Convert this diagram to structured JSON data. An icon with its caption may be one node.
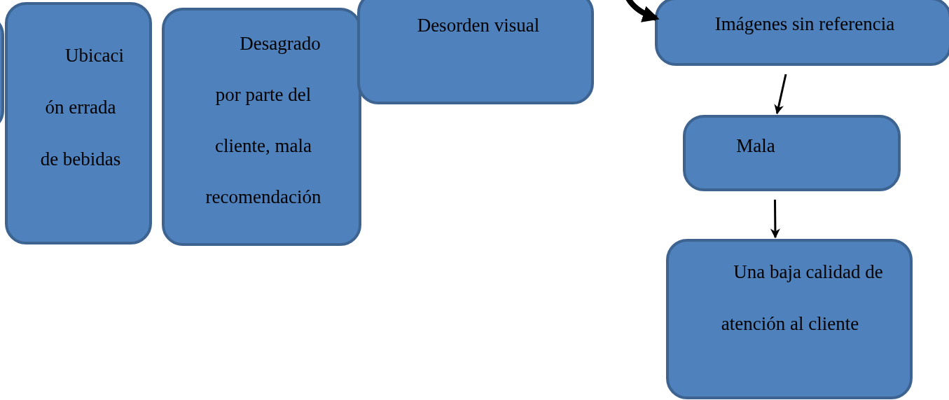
{
  "diagram": {
    "nodes": [
      {
        "text": [],
        "shape": "box"
      },
      {
        "text": [
          "Ubicaci ón errada de bebidas"
        ]
      },
      {
        "text": [
          "Desagrado por parte del cliente, mala recomendación"
        ]
      },
      {
        "text": [
          "Desorden visual"
        ]
      },
      {
        "text": [
          "Imágenes sin referencia"
        ]
      },
      {
        "text": [
          "Mala"
        ]
      },
      {
        "text": [
          "Una baja calidad de atención al cliente"
        ]
      }
    ],
    "edges": [
      {
        "from": null,
        "to": 4,
        "arrow": "to",
        "style": "thick"
      },
      {
        "from": 4,
        "to": 5,
        "arrow": "to"
      },
      {
        "from": 5,
        "to": 6,
        "arrow": "to"
      }
    ]
  }
}
